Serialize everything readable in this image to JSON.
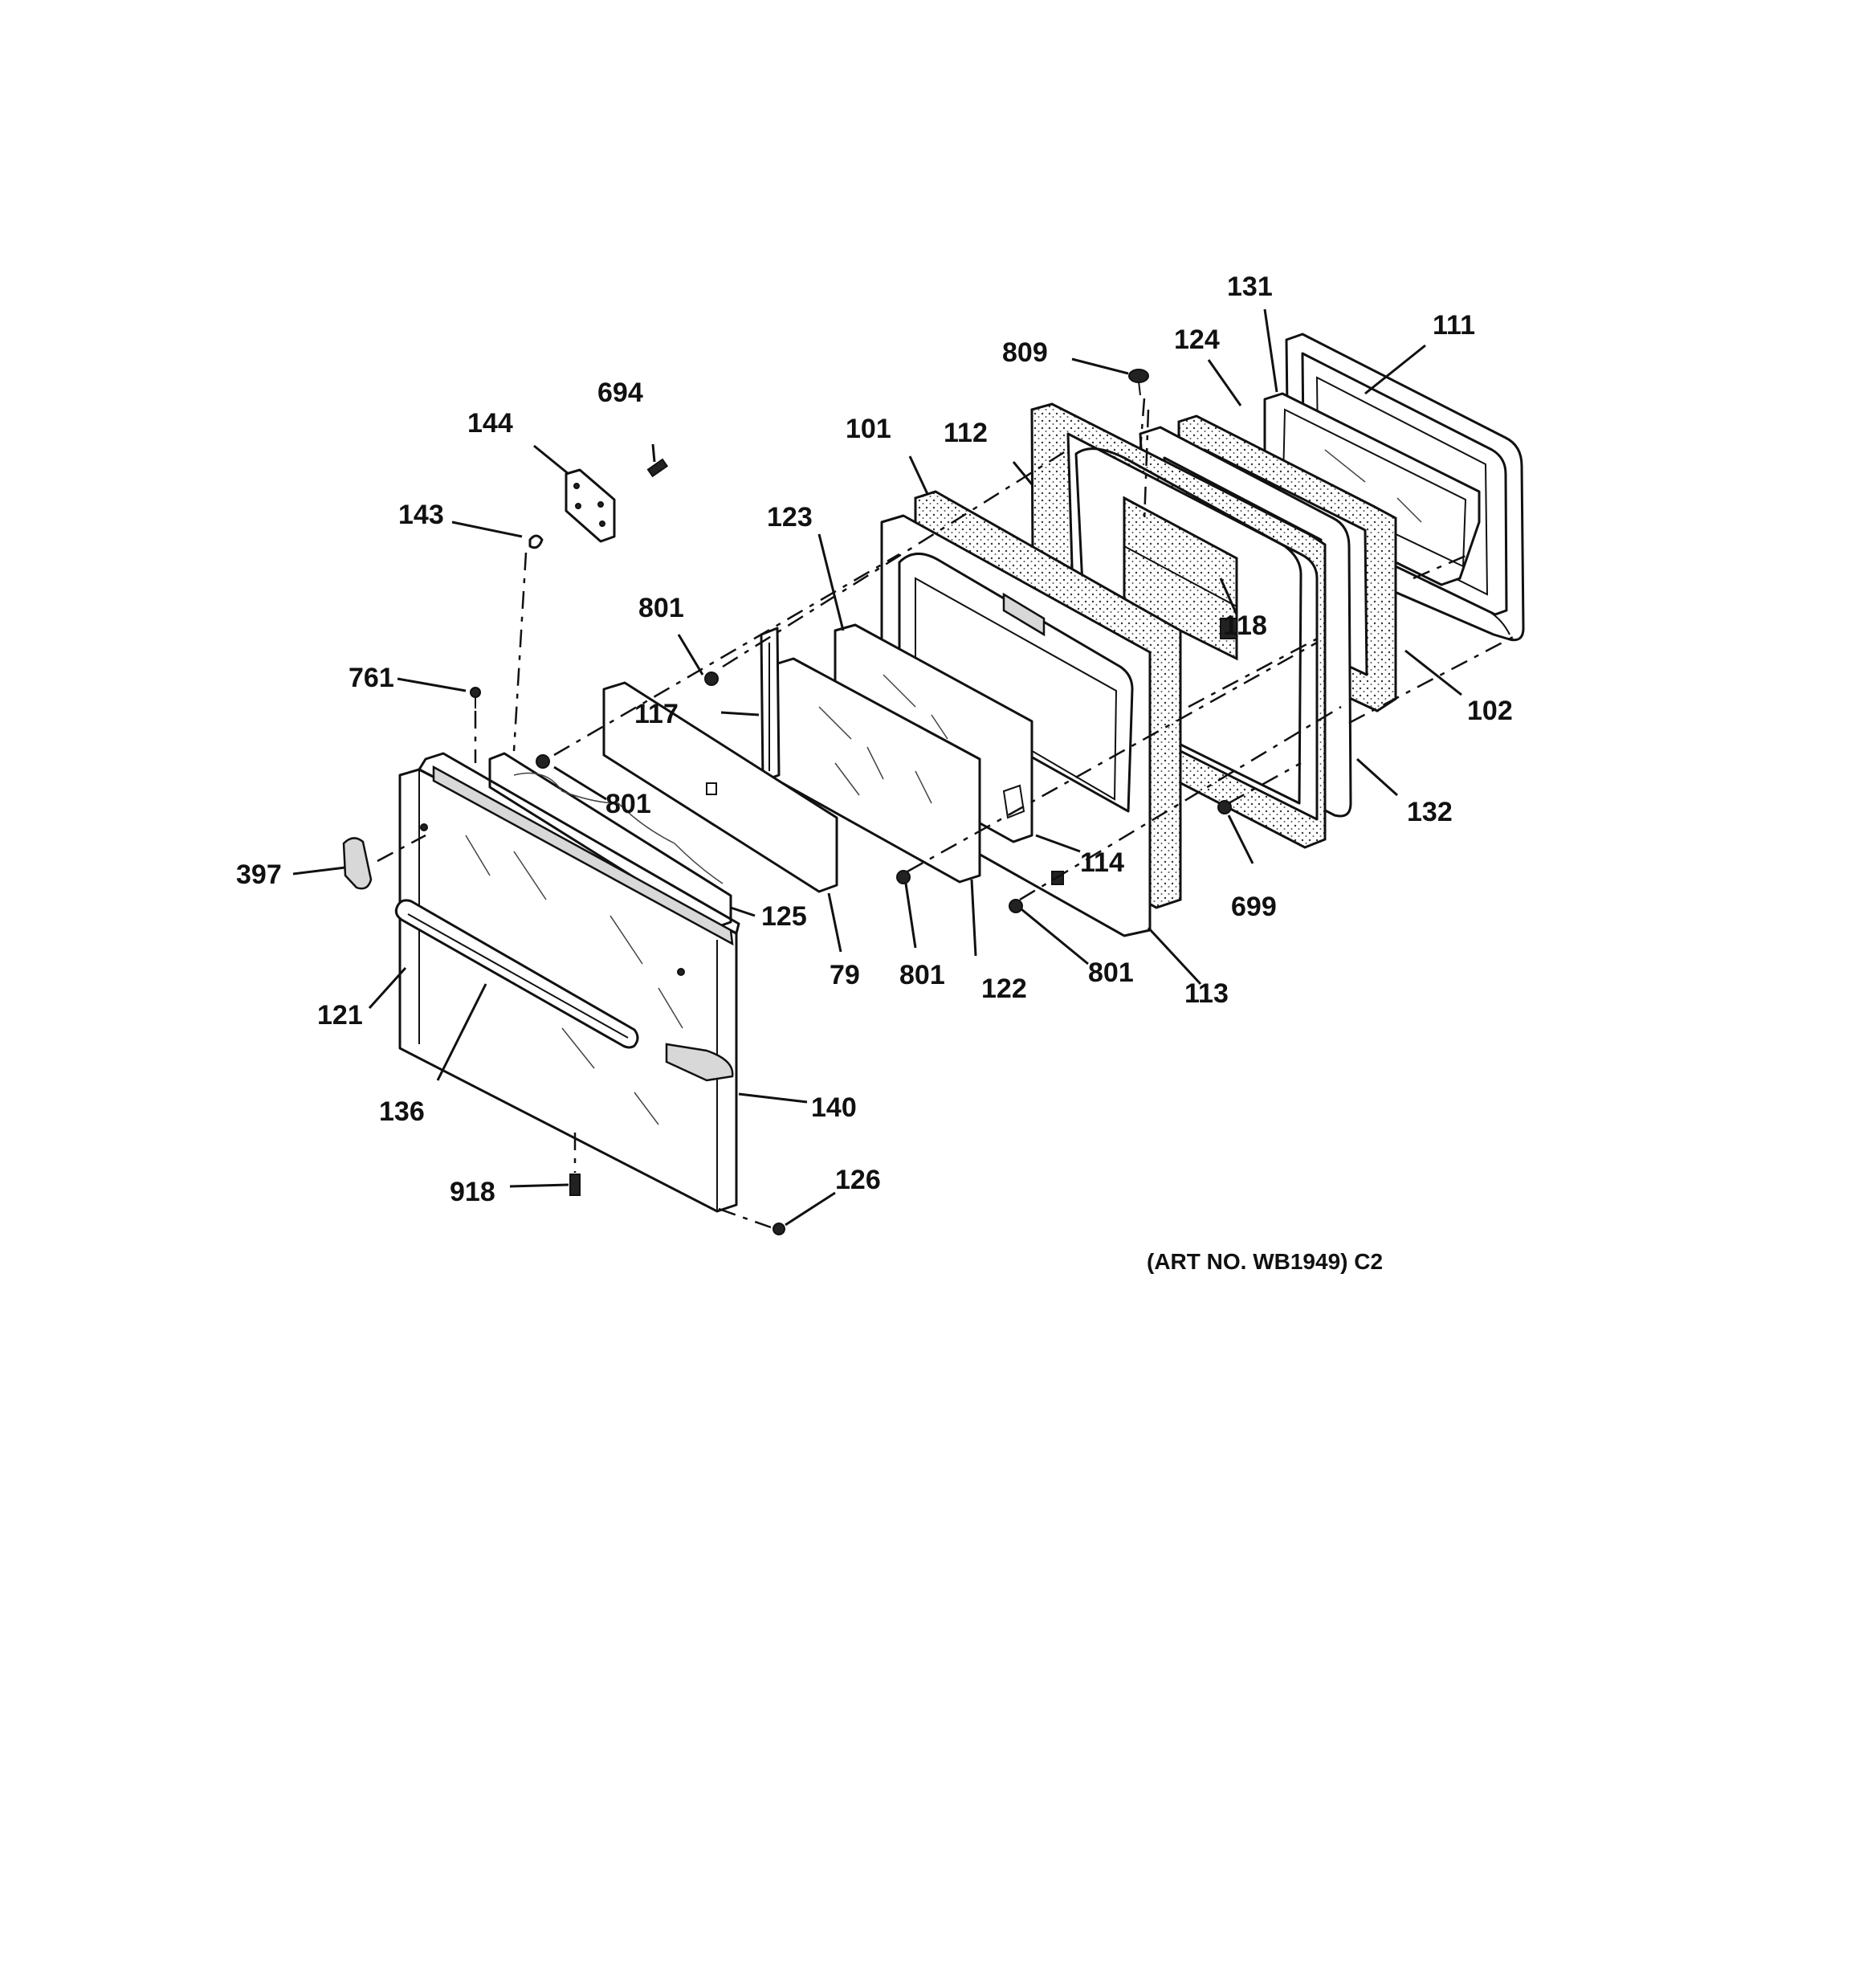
{
  "callouts": {
    "c131": "131",
    "c111": "111",
    "c124": "124",
    "c809": "809",
    "c694": "694",
    "c144": "144",
    "c101": "101",
    "c112": "112",
    "c143": "143",
    "c123": "123",
    "c118": "118",
    "c801a": "801",
    "c761": "761",
    "c117": "117",
    "c102": "102",
    "c801b": "801",
    "c132": "132",
    "c397": "397",
    "c114": "114",
    "c125": "125",
    "c699": "699",
    "c79": "79",
    "c801c": "801",
    "c122": "122",
    "c801d": "801",
    "c113": "113",
    "c121": "121",
    "c136": "136",
    "c140": "140",
    "c126": "126",
    "c918": "918"
  },
  "art_number": "(ART NO. WB1949) C2"
}
